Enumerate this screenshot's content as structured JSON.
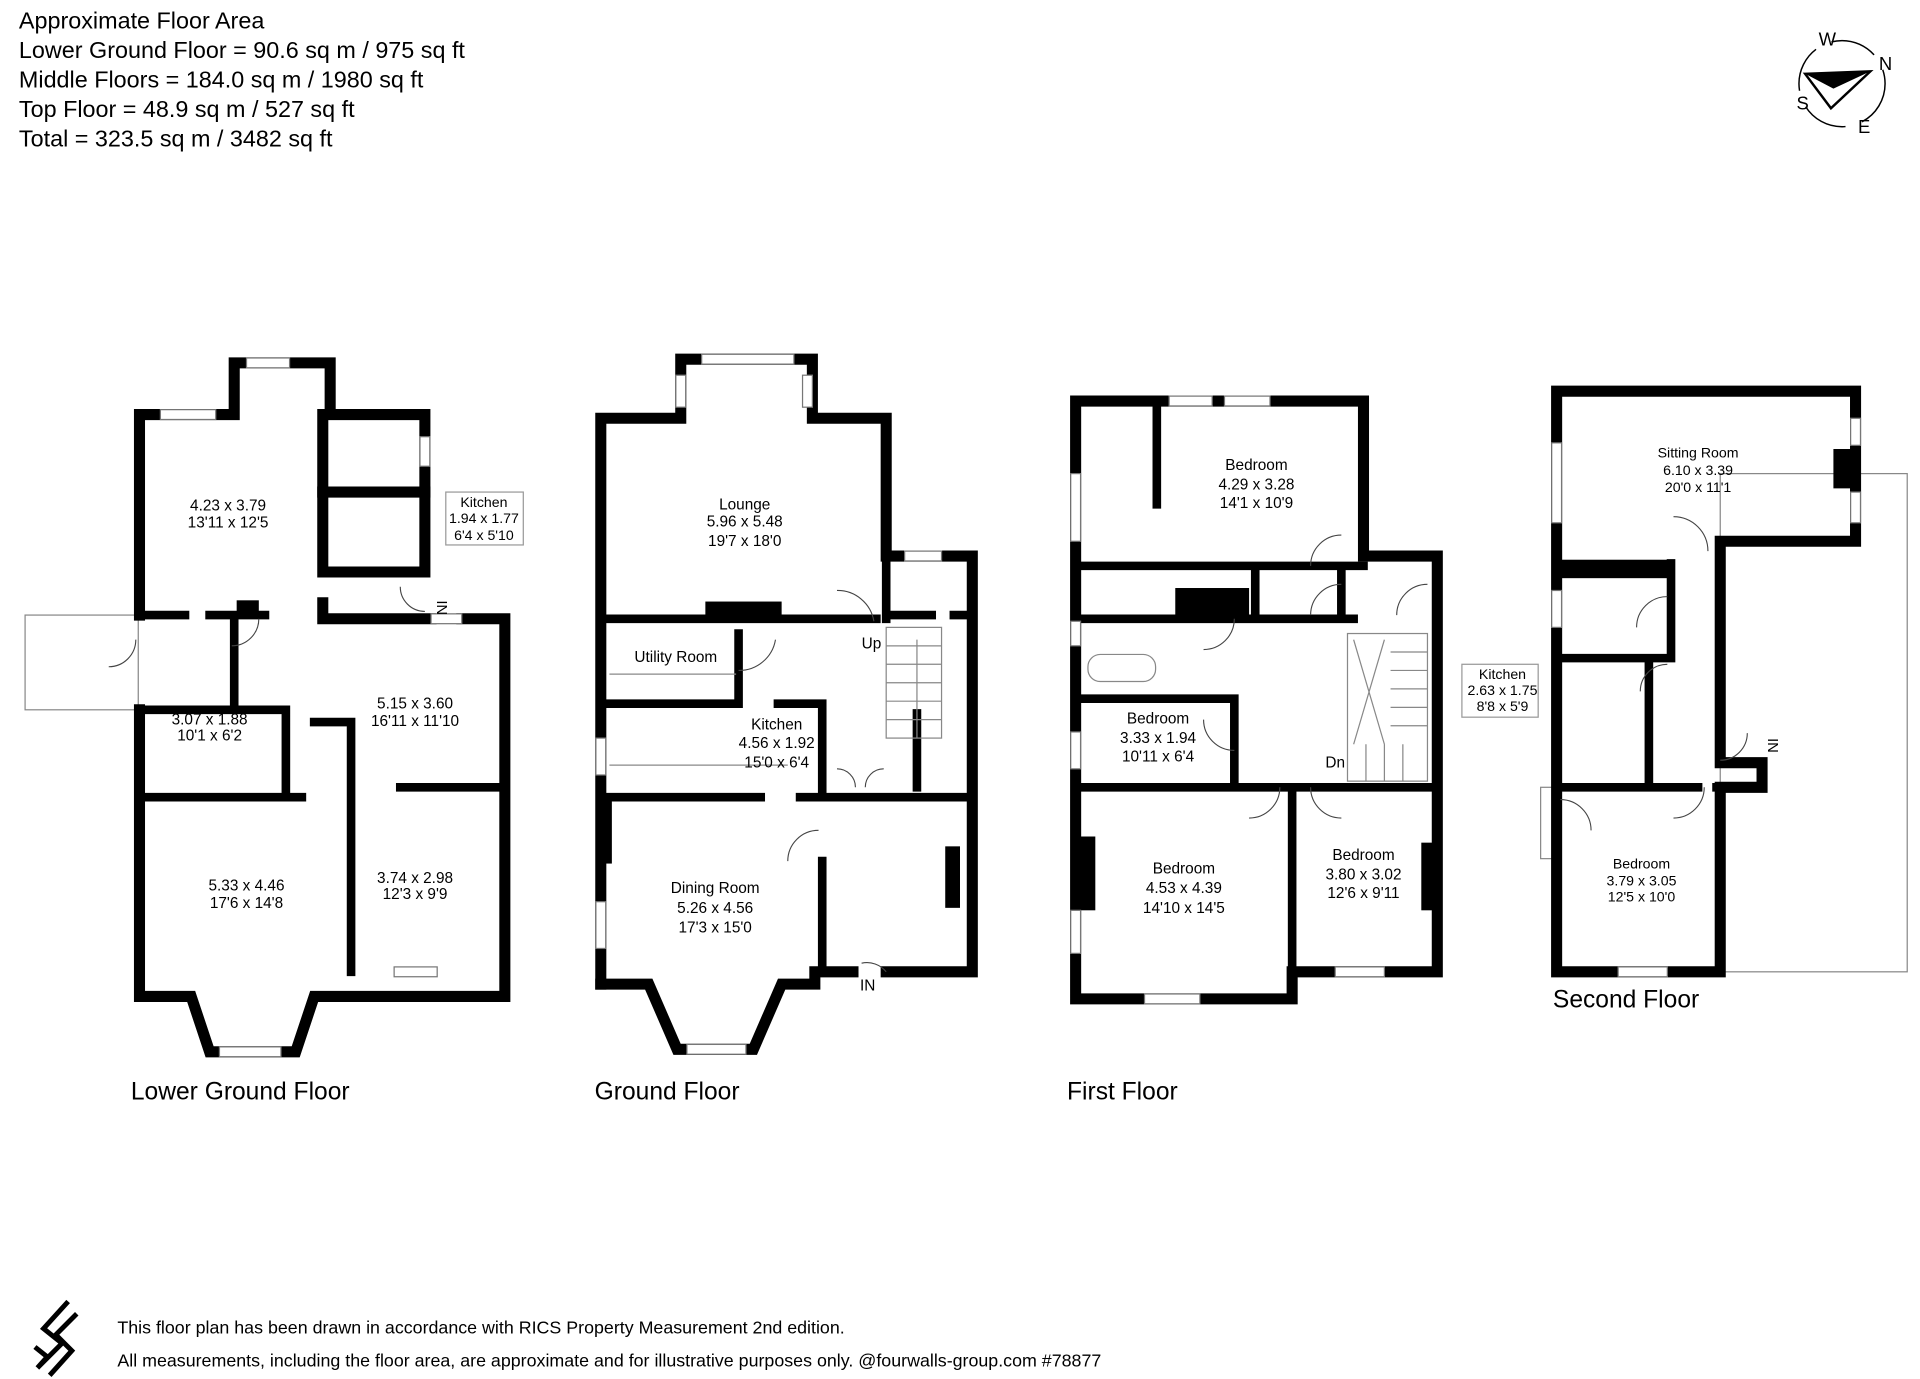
{
  "header": {
    "title": "Approximate Floor Area",
    "lines": [
      "Lower Ground Floor = 90.6 sq m / 975 sq ft",
      "Middle Floors = 184.0 sq m / 1980 sq ft",
      "Top Floor = 48.9 sq m / 527 sq ft",
      "Total = 323.5 sq m / 3482 sq ft"
    ]
  },
  "compass": {
    "icon": "compass-icon",
    "w": "W",
    "n": "N",
    "s": "S",
    "e": "E"
  },
  "floors": {
    "lower_ground": {
      "label": "Lower Ground Floor",
      "rooms": [
        {
          "dim_m": "4.23 x 3.79",
          "dim_ft": "13'11 x 12'5"
        },
        {
          "name": "Kitchen",
          "dim_m": "1.94 x 1.77",
          "dim_ft": "6'4 x 5'10"
        },
        {
          "dim_m": "5.15 x 3.60",
          "dim_ft": "16'11 x 11'10"
        },
        {
          "dim_m": "3.07 x 1.88",
          "dim_ft": "10'1 x 6'2"
        },
        {
          "dim_m": "5.33 x 4.46",
          "dim_ft": "17'6 x 14'8"
        },
        {
          "dim_m": "3.74 x 2.98",
          "dim_ft": "12'3 x 9'9"
        }
      ],
      "entrance": "IN"
    },
    "ground": {
      "label": "Ground Floor",
      "rooms": [
        {
          "name": "Lounge",
          "dim_m": "5.96 x 5.48",
          "dim_ft": "19'7 x 18'0"
        },
        {
          "name": "Utility Room"
        },
        {
          "name": "Kitchen",
          "dim_m": "4.56 x 1.92",
          "dim_ft": "15'0 x 6'4"
        },
        {
          "name": "Dining Room",
          "dim_m": "5.26 x 4.56",
          "dim_ft": "17'3 x 15'0"
        }
      ],
      "stairs": "Up",
      "entrance": "IN"
    },
    "first": {
      "label": "First Floor",
      "rooms": [
        {
          "name": "Bedroom",
          "dim_m": "4.29 x 3.28",
          "dim_ft": "14'1 x 10'9"
        },
        {
          "name": "Bedroom",
          "dim_m": "3.33 x 1.94",
          "dim_ft": "10'11 x 6'4"
        },
        {
          "name": "Bedroom",
          "dim_m": "4.53 x 4.39",
          "dim_ft": "14'10 x 14'5"
        },
        {
          "name": "Bedroom",
          "dim_m": "3.80 x 3.02",
          "dim_ft": "12'6 x 9'11"
        }
      ],
      "stairs": "Dn"
    },
    "second": {
      "label": "Second Floor",
      "rooms": [
        {
          "name": "Sitting Room",
          "dim_m": "6.10 x 3.39",
          "dim_ft": "20'0 x 11'1"
        },
        {
          "name": "Kitchen",
          "dim_m": "2.63 x 1.75",
          "dim_ft": "8'8 x 5'9"
        },
        {
          "name": "Bedroom",
          "dim_m": "3.79 x 3.05",
          "dim_ft": "12'5 x 10'0"
        }
      ],
      "entrance": "IN"
    }
  },
  "footer": {
    "logo": "fourwalls-logo",
    "line1": "This floor plan has been drawn in accordance with RICS Property Measurement 2nd edition.",
    "line2": "All measurements, including the floor area, are approximate and for illustrative purposes only. @fourwalls-group.com #78877"
  }
}
